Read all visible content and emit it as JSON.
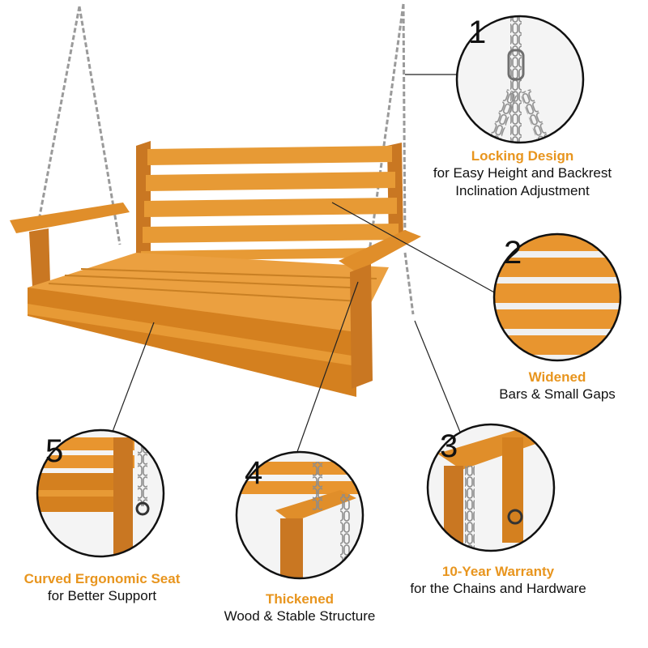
{
  "colors": {
    "accent": "#e8951e",
    "wood": "#e08e2a",
    "chain": "#9a9a9a"
  },
  "features": [
    {
      "number": "1",
      "title": "Locking Design",
      "lines": [
        "for Easy Height and Backrest",
        "Inclination Adjustment"
      ]
    },
    {
      "number": "2",
      "title": "Widened",
      "lines": [
        "Bars & Small Gaps"
      ]
    },
    {
      "number": "3",
      "title": "10-Year Warranty",
      "lines": [
        "for the Chains and Hardware"
      ]
    },
    {
      "number": "4",
      "title": "Thickened",
      "lines": [
        "Wood & Stable Structure"
      ]
    },
    {
      "number": "5",
      "title": "Curved Ergonomic Seat",
      "lines": [
        "for Better Support"
      ]
    }
  ]
}
